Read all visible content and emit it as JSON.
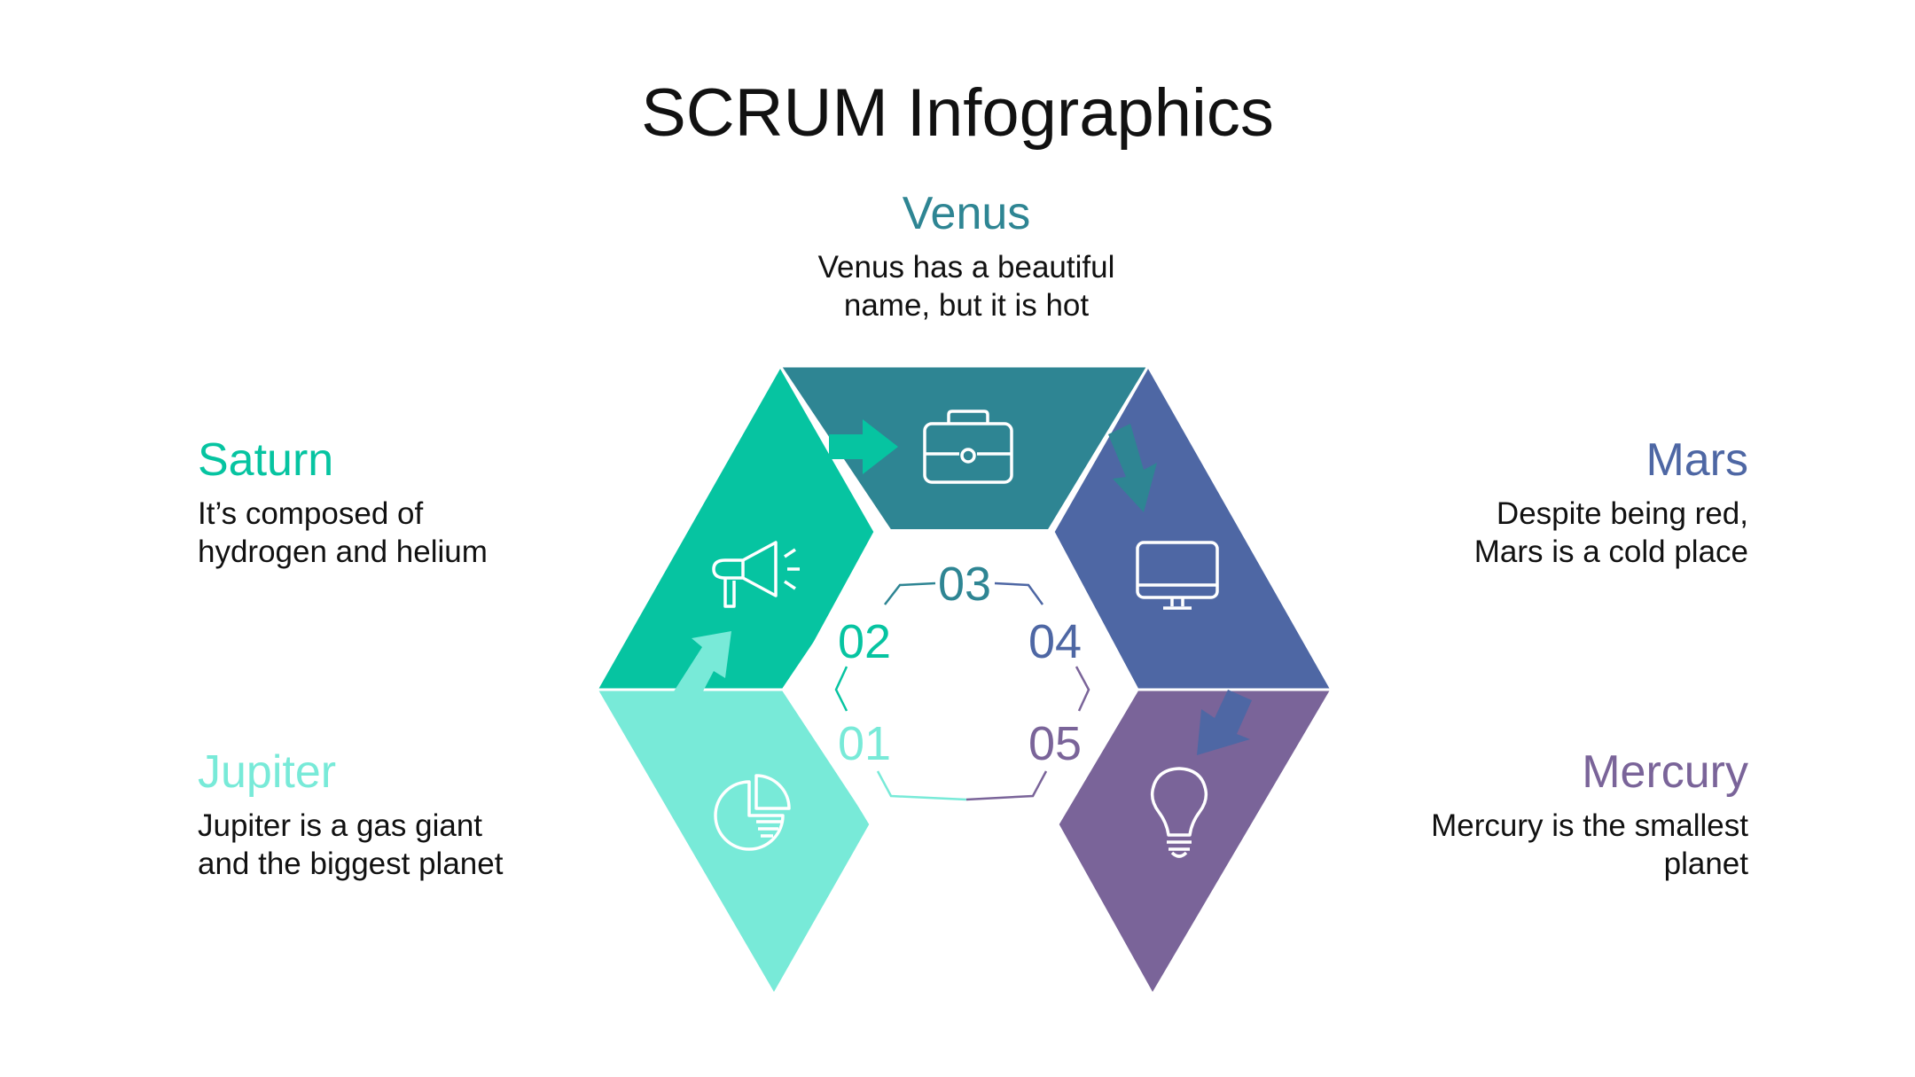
{
  "title": "SCRUM Infographics",
  "colors": {
    "venus": "#2E8593",
    "saturn": "#06C4A1",
    "jupiter": "#78EAD8",
    "mars": "#4E67A4",
    "mercury": "#7A6499"
  },
  "items": {
    "venus": {
      "number": "03",
      "heading": "Venus",
      "description": "Venus has a beautiful\nname, but it is hot",
      "icon": "briefcase-icon"
    },
    "saturn": {
      "number": "02",
      "heading": "Saturn",
      "description": "It’s composed of\nhydrogen and helium",
      "icon": "megaphone-icon"
    },
    "jupiter": {
      "number": "01",
      "heading": "Jupiter",
      "description": "Jupiter is a gas giant\nand the biggest planet",
      "icon": "pie-chart-icon"
    },
    "mars": {
      "number": "04",
      "heading": "Mars",
      "description": "Despite being red,\nMars is a cold place",
      "icon": "monitor-icon"
    },
    "mercury": {
      "number": "05",
      "heading": "Mercury",
      "description": "Mercury is the smallest\nplanet",
      "icon": "lightbulb-icon"
    }
  }
}
